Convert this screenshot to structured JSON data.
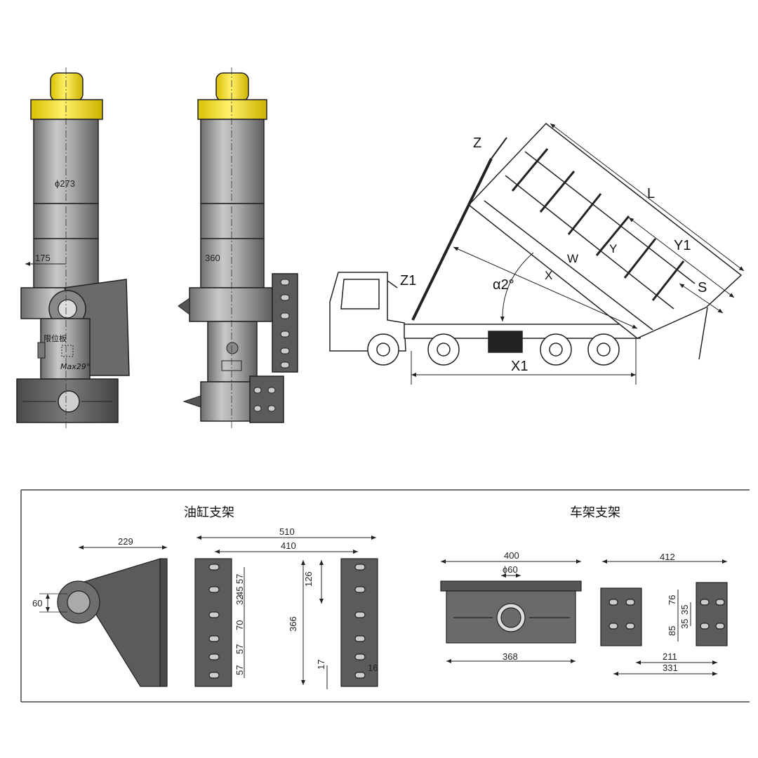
{
  "cylinder_front": {
    "diameter_label": "ϕ273",
    "offset_label": "175",
    "limit_plate_label": "限位板",
    "max_angle_label": "Max29°"
  },
  "cylinder_side": {
    "length_label": "360"
  },
  "truck": {
    "z_label": "Z",
    "z1_label": "Z1",
    "l_label": "L",
    "y1_label": "Y1",
    "s_label": "S",
    "y_label": "Y",
    "w_label": "W",
    "x_label": "X",
    "alpha_label": "α2°",
    "x1_label": "X1"
  },
  "cylinder_bracket": {
    "title": "油缸支架",
    "width_229": "229",
    "height_60": "60",
    "overall_510": "510",
    "inner_410": "410",
    "dim_126": "126",
    "dim_366": "366",
    "dim_57a": "57",
    "dim_32": "32",
    "dim_45": "45",
    "dim_70": "70",
    "dim_57b": "57",
    "dim_57c": "57",
    "dim_17": "17",
    "dim_16": "16"
  },
  "frame_bracket": {
    "title": "车架支架",
    "width_400": "400",
    "bore_60": "ϕ60",
    "base_368": "368",
    "width_412": "412",
    "dim_76": "76",
    "dim_35a": "35",
    "dim_35b": "35",
    "dim_85": "85",
    "dim_211": "211",
    "dim_331": "331"
  },
  "colors": {
    "yellow_cap": "#f3df1b",
    "steel": "#9a9a9a",
    "bracket_fill": "#5b5b5b",
    "line": "#222222"
  }
}
